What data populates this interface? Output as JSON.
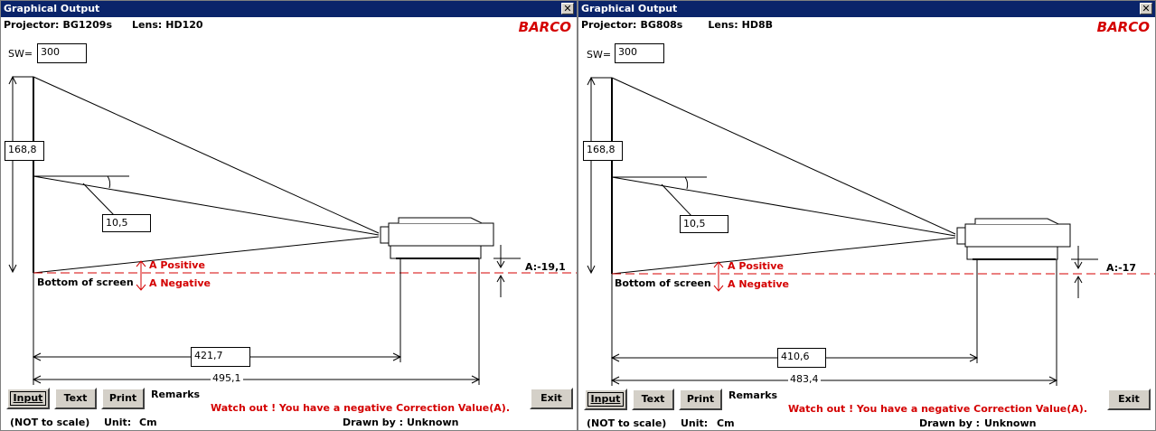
{
  "windows": [
    {
      "title": "Graphical Output",
      "close_glyph": "✕",
      "projector_label": "Projector:",
      "projector": "BG1209s",
      "lens_label": "Lens:",
      "lens": "HD120",
      "brand": "BARCO",
      "sw_label": "SW=",
      "sw_value": "300",
      "height_value": "168,8",
      "angle_value": "10,5",
      "a_positive": "A Positive",
      "a_negative": "A Negative",
      "bottom_of_screen": "Bottom of screen",
      "a_value": "A:-19,1",
      "distance_1": "421,7",
      "distance_2": "495,1",
      "buttons": {
        "input": "Input",
        "text": "Text",
        "print": "Print",
        "exit": "Exit"
      },
      "remarks_label": "Remarks",
      "warning": "Watch out ! You have a negative Correction Value(A).",
      "not_to_scale": "(NOT to scale)",
      "unit_label": "Unit:",
      "unit": "Cm",
      "drawn_by_label": "Drawn by :",
      "drawn_by": "Unknown"
    },
    {
      "title": "Graphical Output",
      "close_glyph": "✕",
      "projector_label": "Projector:",
      "projector": "BG808s",
      "lens_label": "Lens:",
      "lens": "HD8B",
      "brand": "BARCO",
      "sw_label": "SW=",
      "sw_value": "300",
      "height_value": "168,8",
      "angle_value": "10,5",
      "a_positive": "A Positive",
      "a_negative": "A Negative",
      "bottom_of_screen": "Bottom of screen",
      "a_value": "A:-17",
      "distance_1": "410,6",
      "distance_2": "483,4",
      "buttons": {
        "input": "Input",
        "text": "Text",
        "print": "Print",
        "exit": "Exit"
      },
      "remarks_label": "Remarks",
      "warning": "Watch out ! You have a negative Correction Value(A).",
      "not_to_scale": "(NOT to scale)",
      "unit_label": "Unit:",
      "unit": "Cm",
      "drawn_by_label": "Drawn by :",
      "drawn_by": "Unknown"
    }
  ],
  "colors": {
    "titlebar": "#0a246a",
    "accent_red": "#d40000",
    "button_face": "#d4d0c8"
  }
}
